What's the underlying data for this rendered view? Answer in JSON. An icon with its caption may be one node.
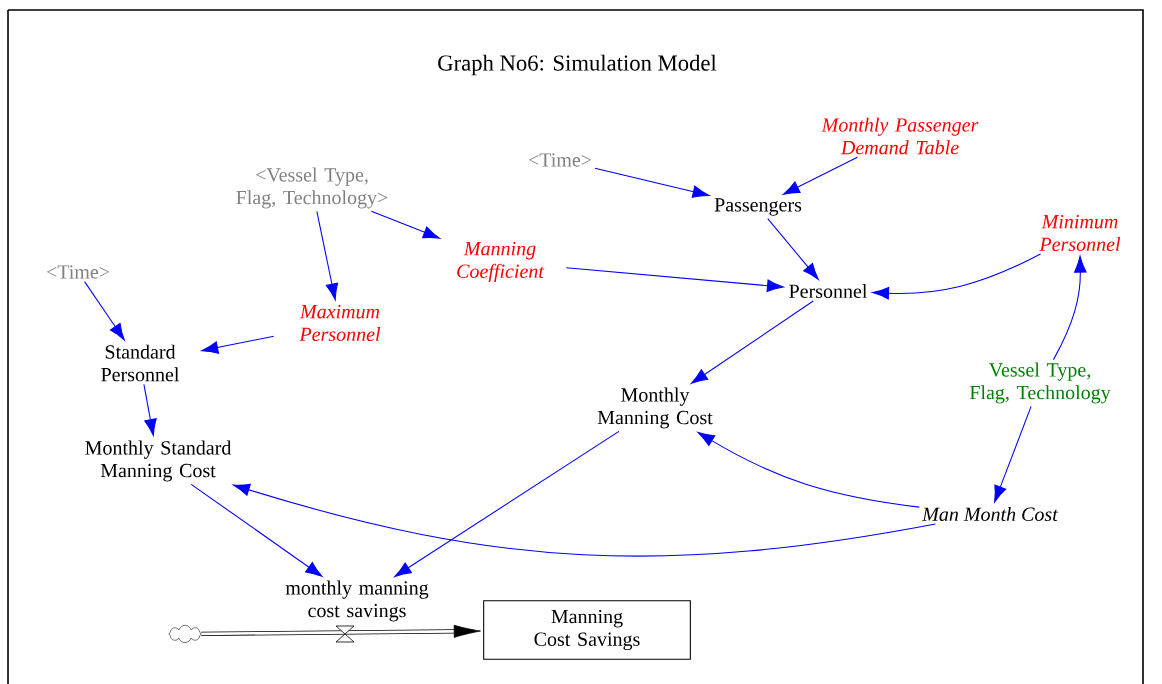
{
  "diagram": {
    "title": "Graph No6: Simulation Model",
    "nodes": [
      {
        "text": [
          "<Time>"
        ]
      },
      {
        "text": [
          "Monthly Passenger Demand Table"
        ]
      },
      {
        "text": [
          "<Vessel Type, Flag, Technology>"
        ]
      },
      {
        "text": [
          "Passengers"
        ]
      },
      {
        "text": [
          "Minimum Personnel"
        ]
      },
      {
        "text": [
          "<Time>"
        ]
      },
      {
        "text": [
          "Manning Coefficient"
        ]
      },
      {
        "text": [
          "Personnel"
        ]
      },
      {
        "text": [
          "Maximum Personnel"
        ]
      },
      {
        "text": [
          "Standard Personnel"
        ]
      },
      {
        "text": [
          "Vessel Type, Flag, Technology"
        ]
      },
      {
        "text": [
          "Monthly Manning Cost"
        ]
      },
      {
        "text": [
          "Monthly Standard Manning Cost"
        ]
      },
      {
        "text": [
          "Man Month Cost"
        ]
      },
      {
        "text": [
          "monthly manning cost savings"
        ]
      },
      {
        "text": [],
        "shape": "cloud"
      },
      {
        "text": [
          "Manning Cost Savings"
        ]
      }
    ],
    "edges": [
      {
        "from": 0,
        "to": 3,
        "arrow": "to"
      },
      {
        "from": 1,
        "to": 3,
        "arrow": "to"
      },
      {
        "from": 2,
        "to": 6,
        "arrow": "to"
      },
      {
        "from": 2,
        "to": 8,
        "arrow": "to"
      },
      {
        "from": 3,
        "to": 7,
        "arrow": "to"
      },
      {
        "from": 6,
        "to": 7,
        "arrow": "to"
      },
      {
        "from": 4,
        "to": 7,
        "arrow": "to"
      },
      {
        "from": 10,
        "to": 4,
        "arrow": "to"
      },
      {
        "from": 5,
        "to": 9,
        "arrow": "to"
      },
      {
        "from": 8,
        "to": 9,
        "arrow": "to"
      },
      {
        "from": 7,
        "to": 11,
        "arrow": "to"
      },
      {
        "from": 9,
        "to": 12,
        "arrow": "to"
      },
      {
        "from": 10,
        "to": 13,
        "arrow": "to"
      },
      {
        "from": 13,
        "to": 11,
        "arrow": "to"
      },
      {
        "from": 13,
        "to": 12,
        "arrow": "to"
      },
      {
        "from": 12,
        "to": 14,
        "arrow": "to"
      },
      {
        "from": 11,
        "to": 14,
        "arrow": "to"
      },
      {
        "from": 15,
        "to": 16,
        "arrow": "to",
        "style": "thick",
        "color": "#000000"
      }
    ]
  }
}
